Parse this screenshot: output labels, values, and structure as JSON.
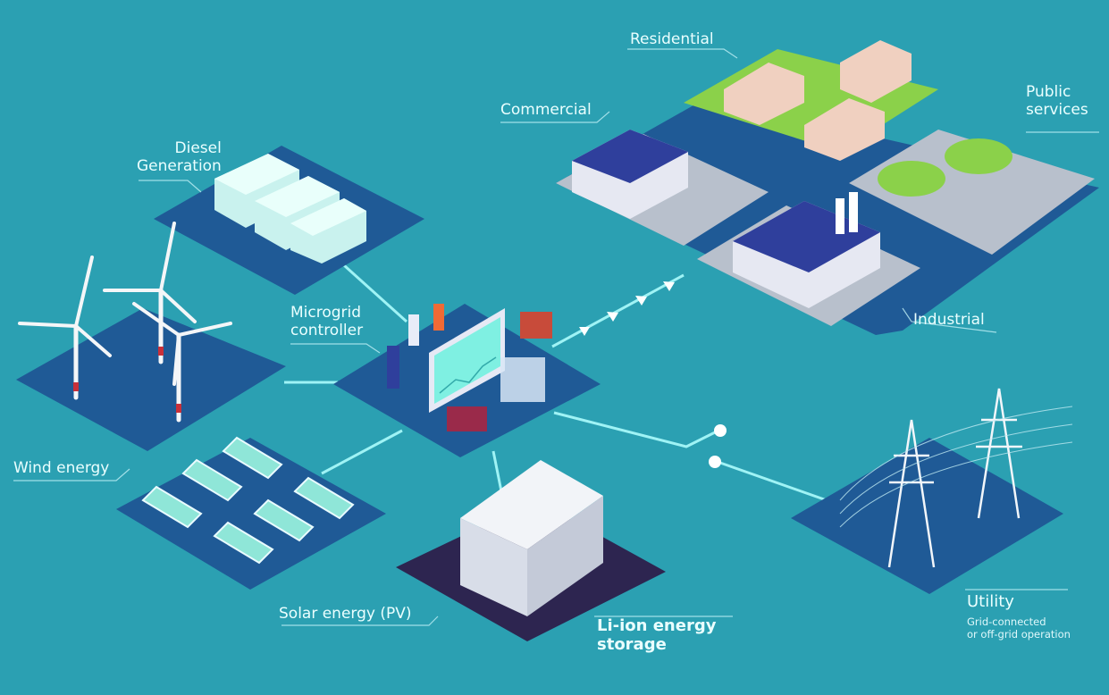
{
  "title": "Microgrid diagram",
  "nodes": {
    "diesel": {
      "label_line1": "Diesel",
      "label_line2": "Generation"
    },
    "wind": {
      "label": "Wind energy"
    },
    "solar": {
      "label": "Solar energy (PV)"
    },
    "controller": {
      "label_line1": "Microgrid",
      "label_line2": "controller"
    },
    "storage": {
      "label_line1": "Li-ion energy",
      "label_line2": "storage"
    },
    "utility": {
      "label": "Utility",
      "sub_line1": "Grid-connected",
      "sub_line2": "or off-grid operation"
    },
    "residential": {
      "label": "Residential"
    },
    "commercial": {
      "label": "Commercial"
    },
    "public": {
      "label_line1": "Public",
      "label_line2": "services"
    },
    "industrial": {
      "label": "Industrial"
    }
  },
  "colors": {
    "background": "#2ba0b2",
    "platform": "#1f5a96",
    "storage_platform": "#2d2550",
    "connector": "#9ff3f5",
    "city": "#b8c0cc",
    "grass": "#8bd14a"
  }
}
